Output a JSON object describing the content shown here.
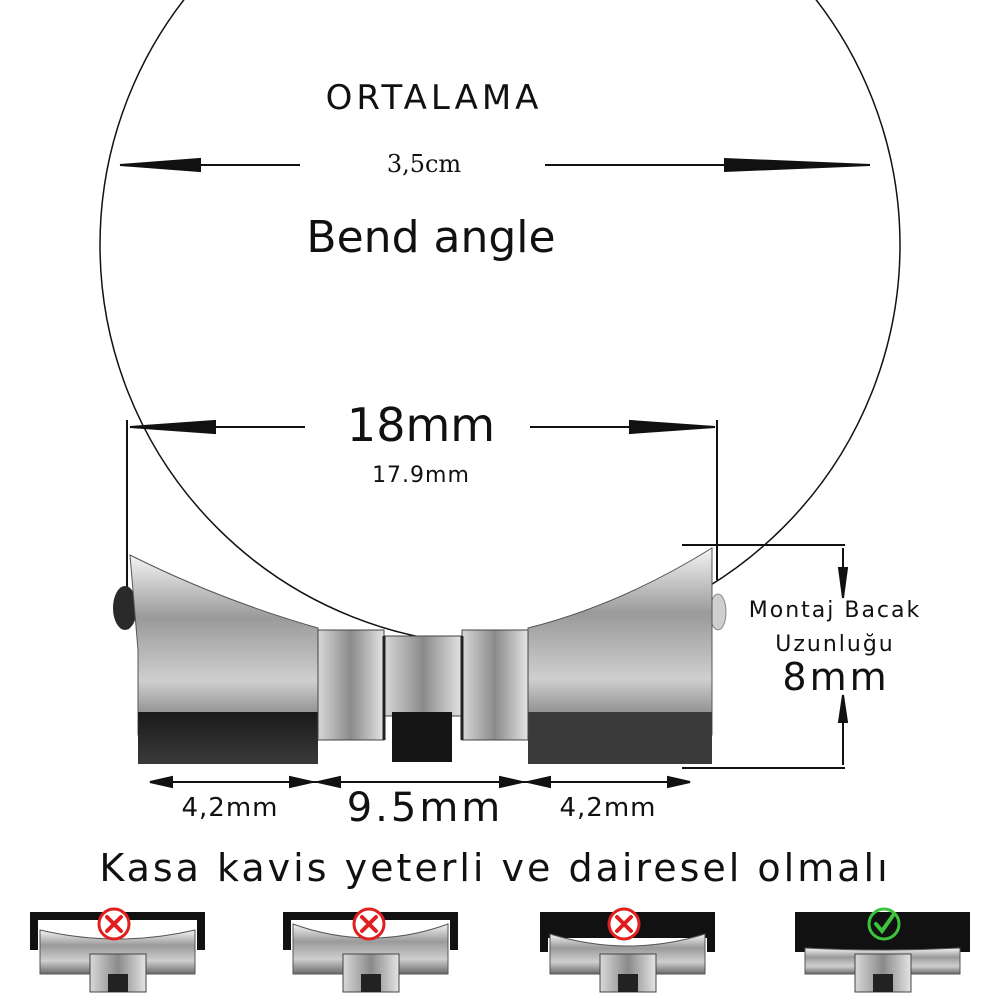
{
  "top": {
    "title": "ORTALAMA",
    "diameter": "3,5cm",
    "bend_label": "Bend angle"
  },
  "link": {
    "width_main": "18mm",
    "width_sub": "17.9mm",
    "mount_label_line1": "Montaj Bacak",
    "mount_label_line2": "Uzunluğu",
    "mount_value": "8mm",
    "segment_left": "4,2mm",
    "segment_middle": "9.5mm",
    "segment_right": "4,2mm"
  },
  "caption": "Kasa kavis yeterli ve dairesel olmalı",
  "examples": [
    {
      "status": "wrong",
      "icon": "x-icon",
      "color": "#e02020"
    },
    {
      "status": "wrong",
      "icon": "x-icon",
      "color": "#e02020"
    },
    {
      "status": "wrong",
      "icon": "x-icon",
      "color": "#e02020"
    },
    {
      "status": "correct",
      "icon": "check-icon",
      "color": "#3cc43c"
    }
  ]
}
